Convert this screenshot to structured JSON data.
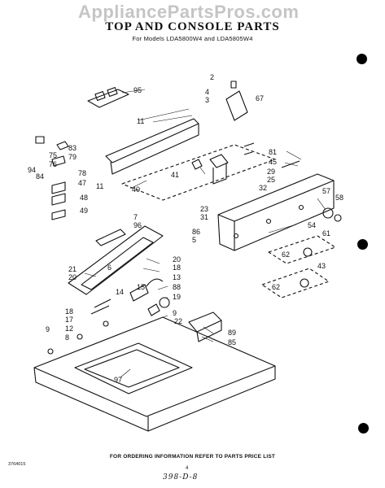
{
  "watermark": "AppliancePartsPros.com",
  "title": "TOP AND CONSOLE PARTS",
  "subtitle": "For Models LDA5800W4 and LDA5805W4",
  "footer": "FOR ORDERING INFORMATION REFER TO PARTS PRICE LIST",
  "doc_number": "3764015",
  "page_number": "4",
  "handwritten_note": "398-D-8",
  "callouts": [
    "95",
    "2",
    "4",
    "3",
    "67",
    "11",
    "81",
    "45",
    "29",
    "25",
    "41",
    "40",
    "83",
    "75",
    "79",
    "76",
    "94",
    "84",
    "47",
    "78",
    "11",
    "48",
    "49",
    "32",
    "57",
    "58",
    "23",
    "31",
    "54",
    "7",
    "96",
    "86",
    "5",
    "61",
    "62",
    "20",
    "6",
    "18",
    "13",
    "43",
    "21",
    "20",
    "15",
    "88",
    "19",
    "62",
    "14",
    "18",
    "17",
    "12",
    "8",
    "9",
    "9",
    "22",
    "89",
    "85",
    "97"
  ]
}
